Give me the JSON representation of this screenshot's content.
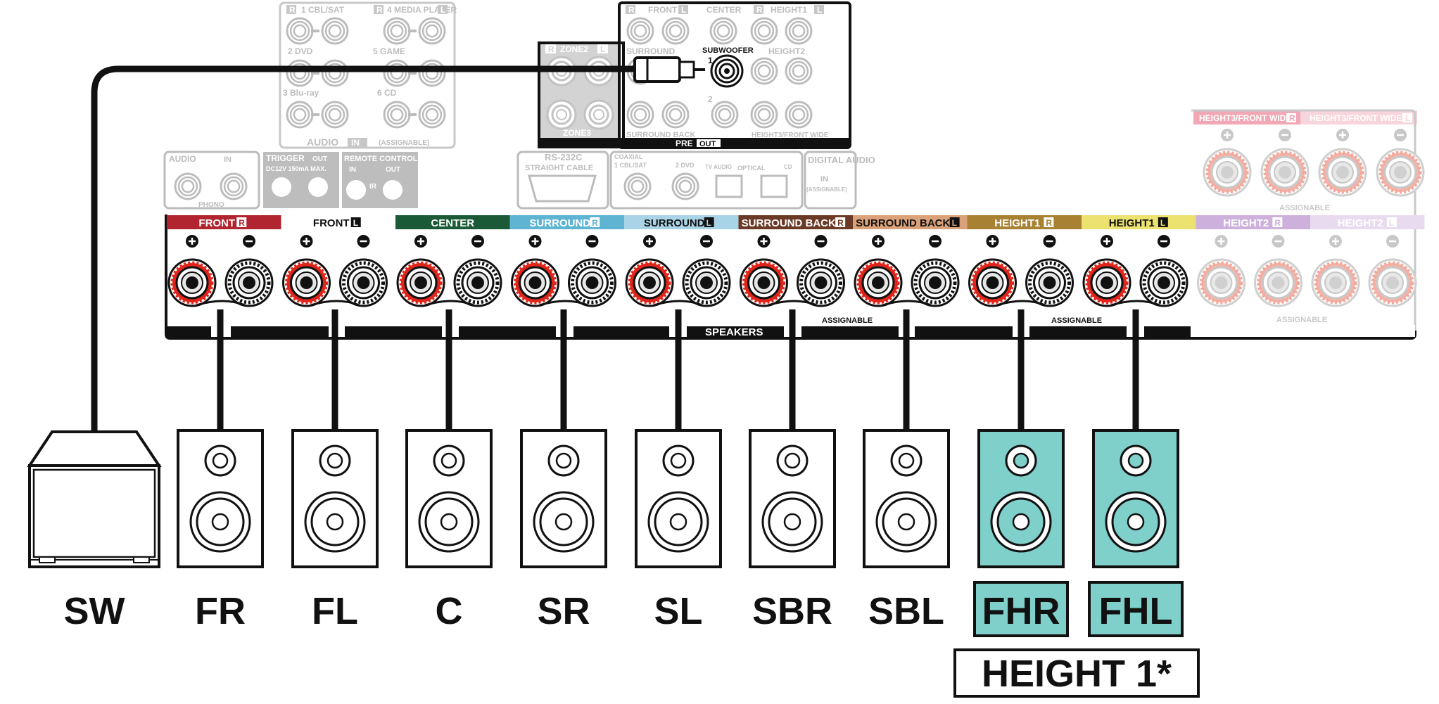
{
  "diagram": {
    "receiver": {
      "upper_panel": {
        "inputs": {
          "cbl_sat": "1 CBL/SAT",
          "media_player": "4 MEDIA PLAYER",
          "dvd": "2 DVD",
          "game": "5 GAME",
          "bluray": "3 Blu-ray",
          "cd": "6 CD",
          "audio_label": "AUDIO",
          "in_badge": "IN",
          "assignable": "(ASSIGNABLE)"
        },
        "zone": {
          "zone2": "ZONE2",
          "zone3": "ZONE3"
        },
        "pre_out": {
          "front": "FRONT",
          "center": "CENTER",
          "height1": "HEIGHT1",
          "surround": "SURROUND",
          "subwoofer": "SUBWOOFER",
          "sub1": "1",
          "sub2": "2",
          "height2": "HEIGHT2",
          "surround_back": "SURROUND BACK",
          "height3": "HEIGHT3/FRONT WIDE",
          "pre": "PRE",
          "out": "OUT"
        }
      },
      "mid_panel": {
        "audio": "AUDIO",
        "phono": "PHONO",
        "trigger": "TRIGGER",
        "trigger_spec": "DC12V 150mA MAX.",
        "remote": "REMOTE CONTROL",
        "ir": "IR",
        "rs232c": "RS-232C",
        "straight_cable": "STRAIGHT CABLE",
        "coaxial": "COAXIAL",
        "coax_cbl": "1 CBL/SAT",
        "coax_dvd": "2 DVD",
        "tv_audio": "TV AUDIO",
        "optical": "OPTICAL",
        "opt_cd": "CD",
        "digital_audio": "DIGITAL AUDIO",
        "in": "IN",
        "out": "OUT",
        "assignable": "(ASSIGNABLE)"
      },
      "speaker_terminals": [
        {
          "label": "FRONT",
          "side": "R",
          "color": "#b0252f",
          "text_color": "#ffffff",
          "faded": false
        },
        {
          "label": "FRONT",
          "side": "L",
          "color": "#ffffff",
          "text_color": "#111111",
          "faded": false
        },
        {
          "label": "CENTER",
          "side": "",
          "color": "#1b5a37",
          "text_color": "#ffffff",
          "faded": false
        },
        {
          "label": "SURROUND",
          "side": "R",
          "color": "#5eb4d2",
          "text_color": "#ffffff",
          "faded": false
        },
        {
          "label": "SURROUND",
          "side": "L",
          "color": "#a9d3e6",
          "text_color": "#111111",
          "faded": false
        },
        {
          "label": "SURROUND BACK",
          "side": "R",
          "color": "#6b3a26",
          "text_color": "#ffffff",
          "faded": false
        },
        {
          "label": "SURROUND BACK",
          "side": "L",
          "color": "#dba27a",
          "text_color": "#111111",
          "faded": false
        },
        {
          "label": "HEIGHT1",
          "side": "R",
          "color": "#a88132",
          "text_color": "#ffffff",
          "faded": false
        },
        {
          "label": "HEIGHT1",
          "side": "L",
          "color": "#ece26f",
          "text_color": "#111111",
          "faded": false
        },
        {
          "label": "HEIGHT2",
          "side": "R",
          "color": "#cdb1dc",
          "text_color": "#ffffff",
          "faded": true
        },
        {
          "label": "HEIGHT2",
          "side": "L",
          "color": "#e8dbef",
          "text_color": "#ffffff",
          "faded": true
        }
      ],
      "height3_labels": {
        "r": "HEIGHT3/FRONT WIDE",
        "l": "HEIGHT3/FRONT WIDE",
        "r_side": "R",
        "l_side": "L",
        "assignable": "ASSIGNABLE"
      },
      "bottom_labels": {
        "speakers": "SPEAKERS",
        "assignable1": "ASSIGNABLE",
        "assignable2": "ASSIGNABLE",
        "assignable3": "ASSIGNABLE"
      }
    },
    "speakers": [
      {
        "code": "SW",
        "type": "subwoofer",
        "highlighted": false
      },
      {
        "code": "FR",
        "type": "bookshelf",
        "highlighted": false
      },
      {
        "code": "FL",
        "type": "bookshelf",
        "highlighted": false
      },
      {
        "code": "C",
        "type": "bookshelf",
        "highlighted": false
      },
      {
        "code": "SR",
        "type": "bookshelf",
        "highlighted": false
      },
      {
        "code": "SL",
        "type": "bookshelf",
        "highlighted": false
      },
      {
        "code": "SBR",
        "type": "bookshelf",
        "highlighted": false
      },
      {
        "code": "SBL",
        "type": "bookshelf",
        "highlighted": false
      },
      {
        "code": "FHR",
        "type": "bookshelf",
        "highlighted": true
      },
      {
        "code": "FHL",
        "type": "bookshelf",
        "highlighted": true
      }
    ],
    "group_label": "HEIGHT 1*",
    "colors": {
      "highlight": "#7fcfca",
      "red_terminal": "#e0251b",
      "ghost": "#bcbcbc",
      "line": "#111111"
    }
  }
}
